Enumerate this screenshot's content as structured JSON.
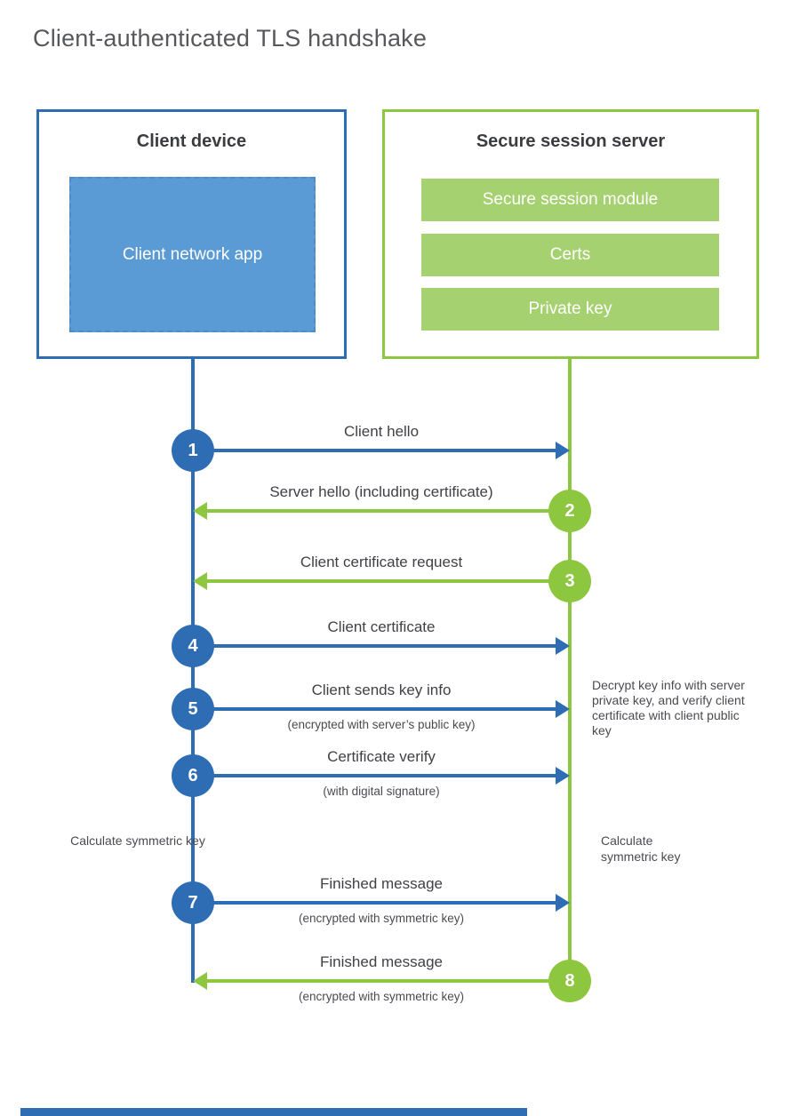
{
  "title": "Client-authenticated TLS handshake",
  "colors": {
    "blue": "#2e6db4",
    "light_blue": "#5b9bd5",
    "green": "#8dc63f",
    "bar_green": "#a6d171"
  },
  "client": {
    "title": "Client device",
    "app_label": "Client network app"
  },
  "server": {
    "title": "Secure session server",
    "modules": [
      "Secure session module",
      "Certs",
      "Private key"
    ]
  },
  "messages": [
    {
      "number": "1",
      "direction": "right",
      "label": "Client hello",
      "sublabel": ""
    },
    {
      "number": "2",
      "direction": "left",
      "label": "Server hello (including certificate)",
      "sublabel": ""
    },
    {
      "number": "3",
      "direction": "left",
      "label": "Client certificate request",
      "sublabel": ""
    },
    {
      "number": "4",
      "direction": "right",
      "label": "Client certificate",
      "sublabel": ""
    },
    {
      "number": "5",
      "direction": "right",
      "label": "Client sends key info",
      "sublabel": "(encrypted with server’s public key)"
    },
    {
      "number": "6",
      "direction": "right",
      "label": "Certificate verify",
      "sublabel": "(with digital signature)"
    },
    {
      "number": "7",
      "direction": "right",
      "label": "Finished message",
      "sublabel": "(encrypted with symmetric key)"
    },
    {
      "number": "8",
      "direction": "left",
      "label": "Finished message",
      "sublabel": "(encrypted with symmetric key)"
    }
  ],
  "notes": {
    "decrypt": "Decrypt key info with server private key, and verify client certificate with client public key",
    "calc_left": "Calculate symmetric key",
    "calc_right": "Calculate symmetric key"
  }
}
